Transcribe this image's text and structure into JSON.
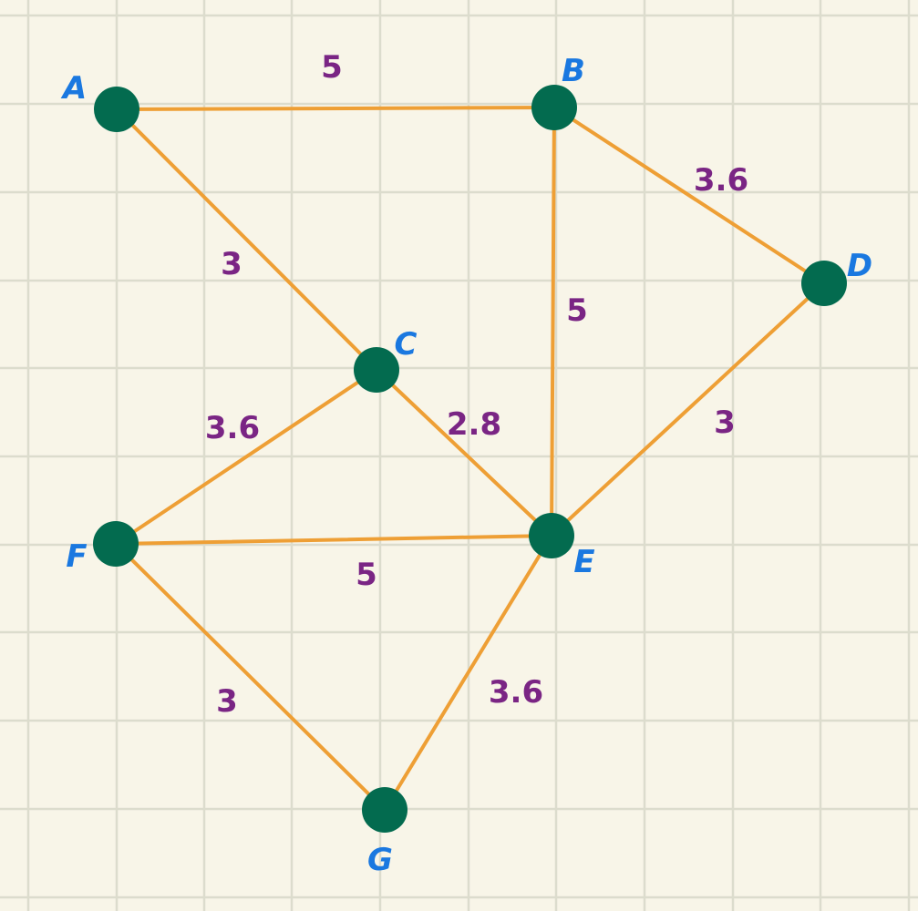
{
  "colors": {
    "background": "#f8f5e8",
    "grid": "#dcdccd",
    "edge": "#ee9f35",
    "node": "#036b4f",
    "node_label": "#1a78e0",
    "edge_label": "#7a2584"
  },
  "graph": {
    "nodes": [
      {
        "id": "A",
        "label": "A"
      },
      {
        "id": "B",
        "label": "B"
      },
      {
        "id": "C",
        "label": "C"
      },
      {
        "id": "D",
        "label": "D"
      },
      {
        "id": "E",
        "label": "E"
      },
      {
        "id": "F",
        "label": "F"
      },
      {
        "id": "G",
        "label": "G"
      }
    ],
    "edges": [
      {
        "from": "A",
        "to": "B",
        "weight": "5"
      },
      {
        "from": "A",
        "to": "C",
        "weight": "3"
      },
      {
        "from": "B",
        "to": "D",
        "weight": "3.6"
      },
      {
        "from": "B",
        "to": "E",
        "weight": "5"
      },
      {
        "from": "D",
        "to": "E",
        "weight": "3"
      },
      {
        "from": "C",
        "to": "F",
        "weight": "3.6"
      },
      {
        "from": "C",
        "to": "E",
        "weight": "2.8"
      },
      {
        "from": "F",
        "to": "E",
        "weight": "5"
      },
      {
        "from": "F",
        "to": "G",
        "weight": "3"
      },
      {
        "from": "E",
        "to": "G",
        "weight": "3.6"
      }
    ]
  }
}
